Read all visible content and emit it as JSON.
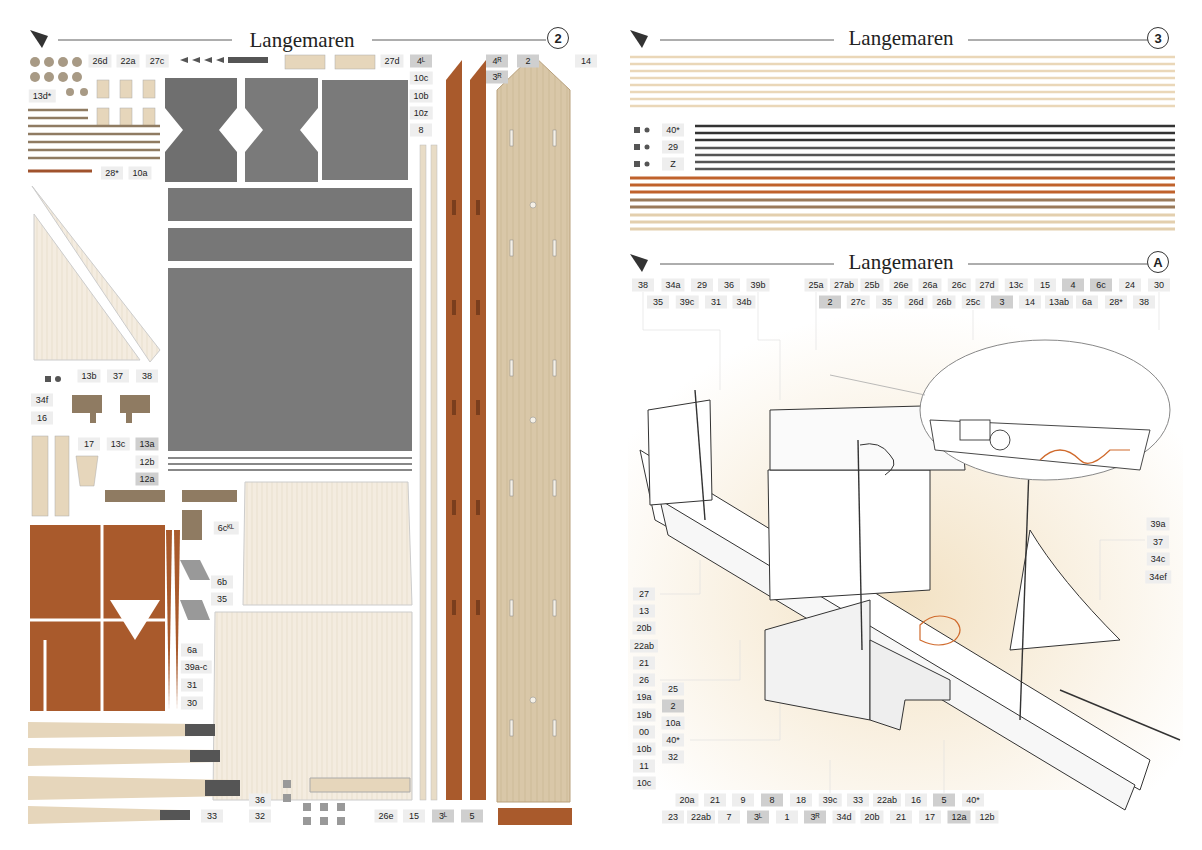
{
  "diagram": {
    "title": "Langemaren",
    "nodes": [
      {
        "text": [
          "2"
        ]
      },
      {
        "text": [
          "3"
        ]
      },
      {
        "text": [
          "A"
        ]
      }
    ],
    "labels": [
      "26d",
      "22a",
      "27c",
      "13d*",
      "27d",
      "4ᴸ",
      "4ᴿ",
      "3ᴿ",
      "2",
      "14",
      "10c",
      "10b",
      "10z",
      "8",
      "28*",
      "10a",
      "13b",
      "37",
      "38",
      "34f",
      "16",
      "17",
      "13c",
      "13a",
      "12b",
      "12a",
      "6cᴷᴸ",
      "6b",
      "35",
      "6a",
      "39a-c",
      "31",
      "30",
      "36",
      "33",
      "32",
      "26e",
      "15",
      "3ᴸ",
      "5",
      "Langemaren",
      "40*",
      "29",
      "Z",
      "Langemaren",
      "38",
      "34a",
      "29",
      "36",
      "39b",
      "25a",
      "27ab",
      "25b",
      "26e",
      "26a",
      "26c",
      "27d",
      "13c",
      "15",
      "4",
      "6c",
      "24",
      "30",
      "35",
      "39c",
      "31",
      "34b",
      "2",
      "27c",
      "35",
      "26d",
      "26b",
      "25c",
      "3",
      "14",
      "13ab",
      "6a",
      "28*",
      "38",
      "39a",
      "37",
      "34c",
      "34ef",
      "27",
      "13",
      "20b",
      "22ab",
      "21",
      "26",
      "19a",
      "19b",
      "00",
      "10b",
      "11",
      "10c",
      "25",
      "2",
      "10a",
      "40*",
      "32",
      "20a",
      "21",
      "9",
      "8",
      "18",
      "39c",
      "33",
      "22ab",
      "16",
      "5",
      "40*",
      "23",
      "22ab",
      "7",
      "3ᴸ",
      "1",
      "3ᴿ",
      "34d",
      "20b",
      "21",
      "17",
      "12a",
      "12b"
    ]
  }
}
